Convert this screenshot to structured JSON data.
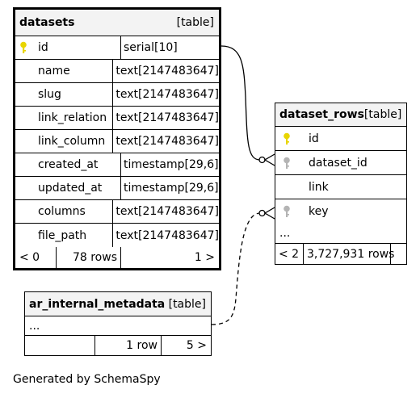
{
  "tables": {
    "datasets": {
      "name": "datasets",
      "type": "[table]",
      "columns": [
        {
          "name": "id",
          "dtype": "serial[10]",
          "key": "primary"
        },
        {
          "name": "name",
          "dtype": "text[2147483647]",
          "key": "none"
        },
        {
          "name": "slug",
          "dtype": "text[2147483647]",
          "key": "none"
        },
        {
          "name": "link_relation",
          "dtype": "text[2147483647]",
          "key": "none"
        },
        {
          "name": "link_column",
          "dtype": "text[2147483647]",
          "key": "none"
        },
        {
          "name": "created_at",
          "dtype": "timestamp[29,6]",
          "key": "none"
        },
        {
          "name": "updated_at",
          "dtype": "timestamp[29,6]",
          "key": "none"
        },
        {
          "name": "columns",
          "dtype": "text[2147483647]",
          "key": "none"
        },
        {
          "name": "file_path",
          "dtype": "text[2147483647]",
          "key": "none"
        }
      ],
      "footer": {
        "parents": "< 0",
        "rows": "78 rows",
        "children": "1 >"
      }
    },
    "dataset_rows": {
      "name": "dataset_rows",
      "type": "[table]",
      "columns": [
        {
          "name": "id",
          "key": "primary"
        },
        {
          "name": "dataset_id",
          "key": "foreign"
        },
        {
          "name": "link",
          "key": "none"
        },
        {
          "name": "key",
          "key": "foreign"
        }
      ],
      "ellipsis": "...",
      "footer": {
        "parents": "< 2",
        "rows": "3,727,931 rows",
        "children": ""
      }
    },
    "ar_internal_metadata": {
      "name": "ar_internal_metadata",
      "type": "[table]",
      "ellipsis": "...",
      "footer": {
        "parents": "",
        "rows": "1 row",
        "children": "5 >"
      }
    }
  },
  "colors": {
    "primary_key": "#e8d500",
    "foreign_key": "#b4b4b4",
    "header_bg": "#f3f3f3"
  },
  "generated_by": "Generated by SchemaSpy"
}
